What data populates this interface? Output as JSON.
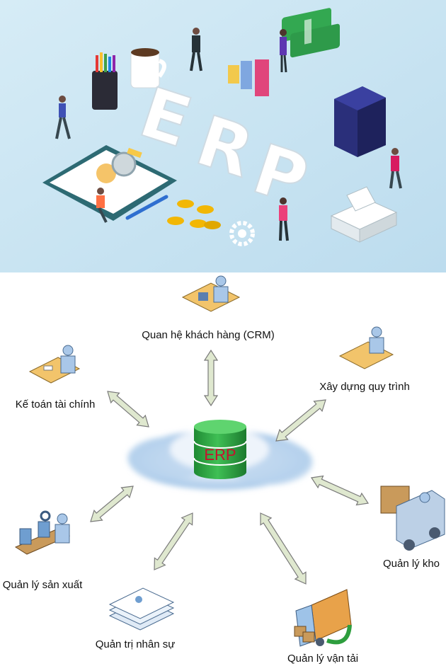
{
  "hero": {
    "letters": [
      "E",
      "R",
      "P"
    ]
  },
  "center": {
    "label": "ERP"
  },
  "modules": [
    {
      "key": "crm",
      "label": "Quan hệ khách hàng (CRM)"
    },
    {
      "key": "process",
      "label": "Xây dựng quy trình"
    },
    {
      "key": "finance",
      "label": "Kế toán tài chính"
    },
    {
      "key": "warehouse",
      "label": "Quản lý kho"
    },
    {
      "key": "production",
      "label": "Quản lý sản xuất"
    },
    {
      "key": "hr",
      "label": "Quản trị nhân sự"
    },
    {
      "key": "transport",
      "label": "Quản lý vận tải"
    }
  ],
  "colors": {
    "hero_bg": "#cfe7f3",
    "arrow_fill": "#dfe8cf",
    "arrow_stroke": "#7a7a7a",
    "database": "#2e9e3e",
    "erp_text": "#c8102e",
    "cloud": "#9fc3e6"
  }
}
